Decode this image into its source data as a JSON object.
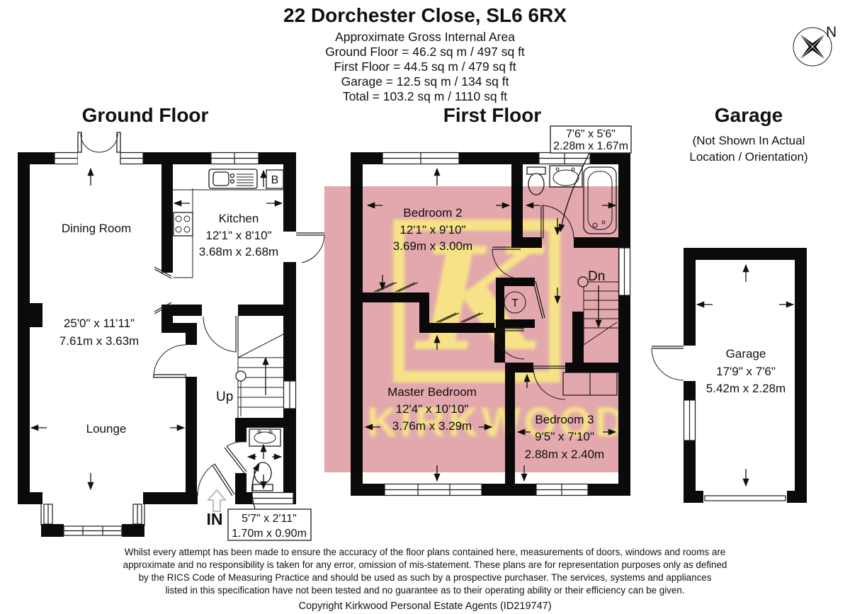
{
  "header": {
    "title": "22 Dorchester Close, SL6 6RX",
    "subtitle": "Approximate Gross Internal Area",
    "lines": [
      "Ground Floor = 46.2 sq m / 497 sq ft",
      "First Floor = 44.5 sq m / 479 sq ft",
      "Garage = 12.5 sq m / 134 sq ft",
      "Total = 103.2 sq m / 1110 sq ft"
    ]
  },
  "compass": {
    "north": "N"
  },
  "ground": {
    "title": "Ground Floor",
    "dining": "Dining Room",
    "kitchen": "Kitchen",
    "kitchen_imp": "12'1\" x 8'10\"",
    "kitchen_met": "3.68m x 2.68m",
    "lounge": "Lounge",
    "lounge_imp": "25'0\" x 11'11\"",
    "lounge_met": "7.61m x 3.63m",
    "wc_imp": "5'7\" x 2'11\"",
    "wc_met": "1.70m x 0.90m",
    "up": "Up",
    "entrance": "IN",
    "boiler": "B"
  },
  "first": {
    "title": "First Floor",
    "bed2": "Bedroom 2",
    "bed2_imp": "12'1\" x 9'10\"",
    "bed2_met": "3.69m x 3.00m",
    "master": "Master Bedroom",
    "master_imp": "12'4\" x 10'10\"",
    "master_met": "3.76m x 3.29m",
    "bed3": "Bedroom 3",
    "bed3_imp": "9'5\" x 7'10\"",
    "bed3_met": "2.88m x 2.40m",
    "bath_imp": "7'6\" x 5'6\"",
    "bath_met": "2.28m x 1.67m",
    "down": "Dn",
    "tank": "T"
  },
  "garage": {
    "title": "Garage",
    "note1": "(Not Shown In Actual",
    "note2": "Location / Orientation)",
    "name": "Garage",
    "imp": "17'9\" x 7'6\"",
    "met": "5.42m x 2.28m"
  },
  "watermark": {
    "brand": "KIRKWOOD",
    "monogram": "K"
  },
  "footer": {
    "lines": [
      "Whilst every attempt has been made to ensure the accuracy of the floor plans contained here, measurements of doors, windows and rooms are",
      "approximate and no responsibility is taken for any error, omission of mis-statement. These plans are for representation purposes only as defined",
      "by the RICS Code of Measuring Practice and should be used as such by a prospective purchaser. The services, systems and appliances",
      "listed in this specification have not been tested and no guarantee as to their operating ability or their efficiency can be given."
    ],
    "copyright": "Copyright Kirkwood Personal Estate Agents (ID219747)"
  }
}
